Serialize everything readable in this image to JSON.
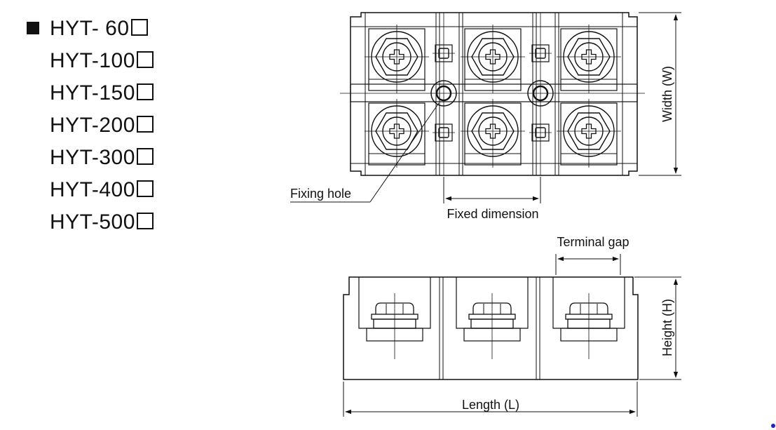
{
  "models": [
    {
      "label": "HYT- 60",
      "marked": true
    },
    {
      "label": "HYT-100",
      "marked": false
    },
    {
      "label": "HYT-150",
      "marked": false
    },
    {
      "label": "HYT-200",
      "marked": false
    },
    {
      "label": "HYT-300",
      "marked": false
    },
    {
      "label": "HYT-400",
      "marked": false
    },
    {
      "label": "HYT-500",
      "marked": false
    }
  ],
  "labels": {
    "fixing_hole": "Fixing hole",
    "fixed_dimension": "Fixed dimension",
    "width": "Width (W)",
    "terminal_gap": "Terminal gap",
    "height": "Height (H)",
    "length": "Length (L)"
  },
  "colors": {
    "line": "#111111",
    "corner_dot": "#1a24c8"
  }
}
